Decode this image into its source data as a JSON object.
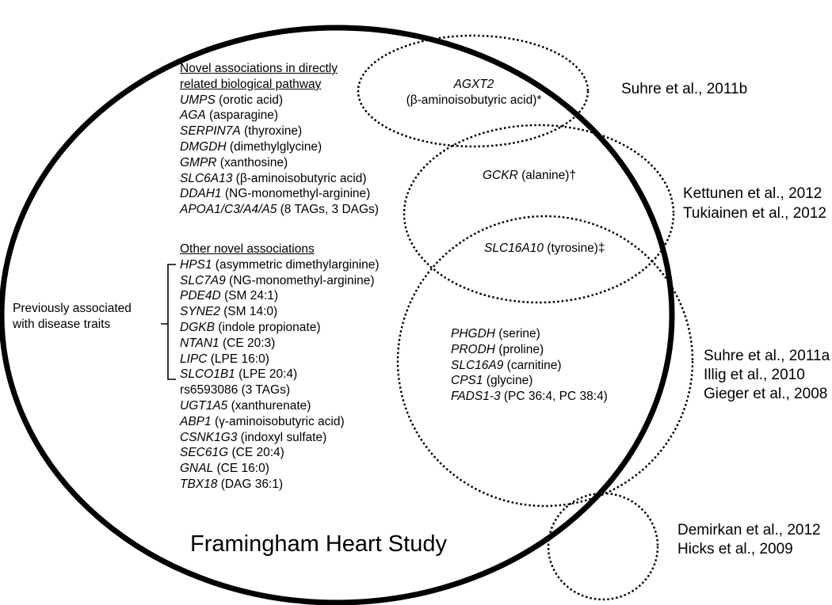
{
  "diagram": {
    "main_label": "Framingham Heart Study",
    "novel_pathway": {
      "header_line1": "Novel associations in directly",
      "header_line2": "related biological pathway",
      "items": [
        {
          "gene": "UMPS",
          "trait": " (orotic acid)"
        },
        {
          "gene": "AGA",
          "trait": " (asparagine)"
        },
        {
          "gene": "SERPIN7A",
          "trait": " (thyroxine)"
        },
        {
          "gene": "DMGDH",
          "trait": " (dimethylglycine)"
        },
        {
          "gene": "GMPR",
          "trait": " (xanthosine)"
        },
        {
          "gene": "SLC6A13",
          "trait": " (β-aminoisobutyric acid)"
        },
        {
          "gene": "DDAH1",
          "trait": " (NG-monomethyl-arginine)"
        },
        {
          "gene": "APOA1/C3/A4/A5",
          "trait": " (8 TAGs, 3 DAGs)"
        }
      ]
    },
    "other_novel": {
      "header": "Other novel associations",
      "items": [
        {
          "gene": "HPS1",
          "trait": " (asymmetric dimethylarginine)"
        },
        {
          "gene": "SLC7A9",
          "trait": " (NG-monomethyl-arginine)"
        },
        {
          "gene": "PDE4D",
          "trait": " (SM 24:1)"
        },
        {
          "gene": "SYNE2",
          "trait": " (SM 14:0)"
        },
        {
          "gene": "DGKB",
          "trait": " (indole propionate)"
        },
        {
          "gene": "NTAN1",
          "trait": " (CE 20:3)"
        },
        {
          "gene": "LIPC",
          "trait": " (LPE 16:0)"
        },
        {
          "gene": "SLCO1B1",
          "trait": " (LPE 20:4)"
        },
        {
          "gene": "",
          "trait": "rs6593086 (3 TAGs)"
        },
        {
          "gene": "UGT1A5",
          "trait": " (xanthurenate)"
        },
        {
          "gene": "ABP1",
          "trait": " (γ-aminoisobutyric acid)"
        },
        {
          "gene": "CSNK1G3",
          "trait": " (indoxyl sulfate)"
        },
        {
          "gene": "SEC61G",
          "trait": " (CE 20:4)"
        },
        {
          "gene": "GNAL",
          "trait": " (CE 16:0)"
        },
        {
          "gene": "TBX18",
          "trait": " (DAG 36:1)"
        }
      ]
    },
    "disease_label_line1": "Previously associated",
    "disease_label_line2": "with disease traits",
    "agxt2": {
      "gene": "AGXT2",
      "trait": "(β-aminoisobutyric acid)*"
    },
    "gckr": {
      "gene": "GCKR",
      "trait": " (alanine)†"
    },
    "slc16a10": {
      "gene": "SLC16A10",
      "trait": " (tyrosine)‡"
    },
    "suhre_group": [
      {
        "gene": "PHGDH",
        "trait": " (serine)"
      },
      {
        "gene": "PRODH",
        "trait": " (proline)"
      },
      {
        "gene": "SLC16A9",
        "trait": " (carnitine)"
      },
      {
        "gene": "CPS1",
        "trait": " (glycine)"
      },
      {
        "gene": "FADS1-3",
        "trait": " (PC 36:4, PC 38:4)"
      }
    ],
    "citations": {
      "suhre_2011b": "Suhre et al., 2011b",
      "kettunen": "Kettunen et al., 2012",
      "tukiainen": "Tukiainen et al., 2012",
      "suhre_2011a": "Suhre et al., 2011a",
      "illig": "Illig et al., 2010",
      "gieger": "Gieger et al., 2008",
      "demirkan": "Demirkan et al., 2012",
      "hicks": "Hicks et al., 2009"
    }
  }
}
